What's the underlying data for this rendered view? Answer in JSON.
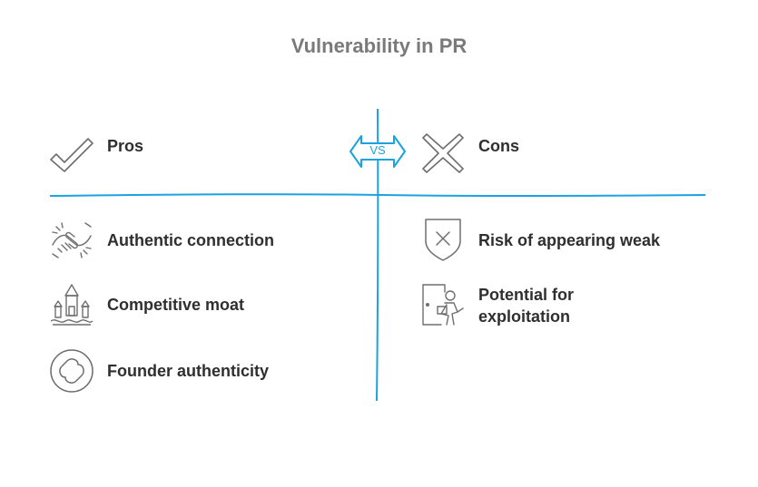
{
  "title": "Vulnerability in PR",
  "vs_label": "VS",
  "pros": {
    "header": "Pros",
    "header_icon": "checkmark-icon",
    "items": [
      {
        "label": "Authentic connection",
        "icon": "handshake-icon"
      },
      {
        "label": "Competitive moat",
        "icon": "castle-icon"
      },
      {
        "label": "Founder authenticity",
        "icon": "link-circle-icon"
      }
    ]
  },
  "cons": {
    "header": "Cons",
    "header_icon": "cross-icon",
    "items": [
      {
        "label": "Risk of appearing weak",
        "icon": "shield-x-icon"
      },
      {
        "label": "Potential for exploitation",
        "icon": "thief-door-icon"
      }
    ]
  },
  "colors": {
    "accent": "#1aa3e0",
    "icon_gray": "#6e6e6e",
    "text": "#2f2f2f",
    "title": "#7a7a7a"
  }
}
